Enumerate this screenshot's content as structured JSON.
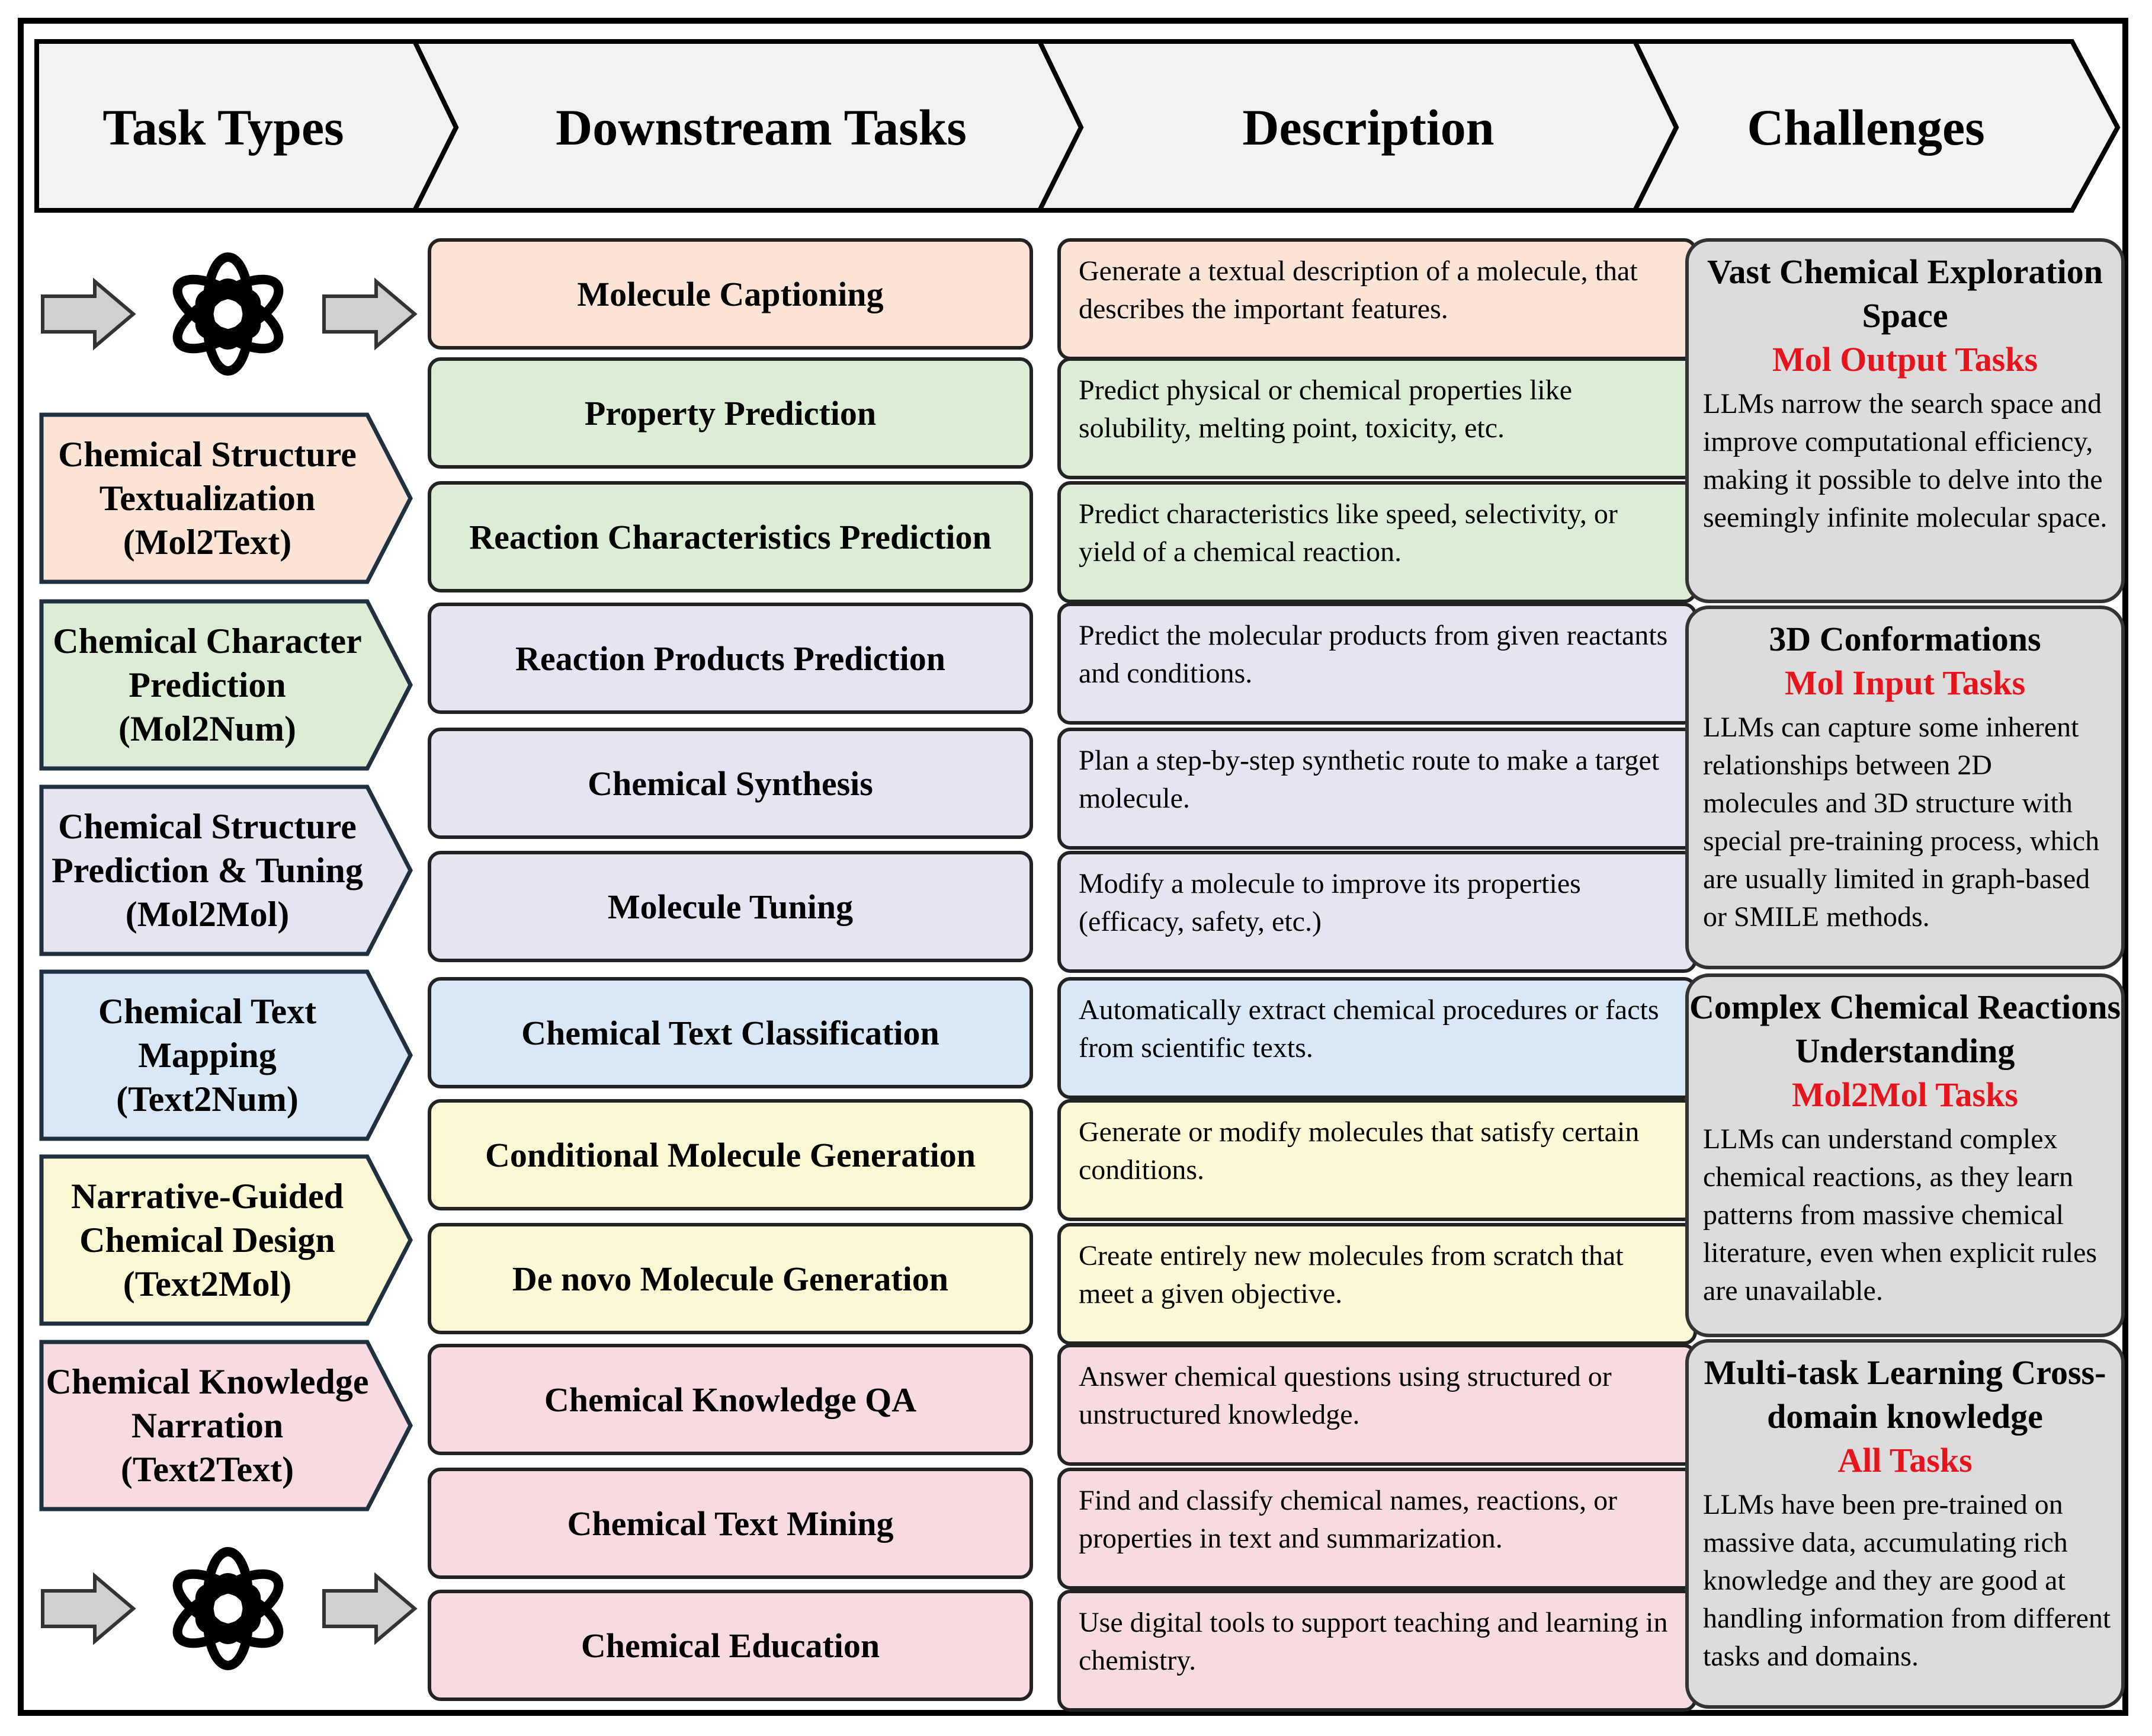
{
  "header": {
    "task_types": "Task Types",
    "downstream_tasks": "Downstream Tasks",
    "description": "Description",
    "challenges": "Challenges"
  },
  "icons": {
    "arrow": "right-arrow-icon",
    "logo": "openai-logo-icon"
  },
  "task_types": [
    {
      "lines": [
        "Chemical Structure",
        "Textualization",
        "(Mol2Text)"
      ],
      "color": "#fbe3d6"
    },
    {
      "lines": [
        "Chemical Character",
        "Prediction",
        "(Mol2Num)"
      ],
      "color": "#dbeed5"
    },
    {
      "lines": [
        "Chemical Structure",
        "Prediction & Tuning",
        "(Mol2Mol)"
      ],
      "color": "#e4e4f2"
    },
    {
      "lines": [
        "Chemical Text",
        "Mapping",
        "(Text2Num)"
      ],
      "color": "#d9e8f6"
    },
    {
      "lines": [
        "Narrative-Guided",
        "Chemical Design",
        "(Text2Mol)"
      ],
      "color": "#fdf8d4"
    },
    {
      "lines": [
        "Chemical Knowledge",
        "Narration",
        "(Text2Text)"
      ],
      "color": "#f8dbe0"
    }
  ],
  "tasks": [
    {
      "name": "Molecule Captioning",
      "desc": "Generate a textual description of a molecule, that describes the important features.",
      "color": "#fbe3d6"
    },
    {
      "name": "Property Prediction",
      "desc": "Predict physical or chemical properties like solubility, melting point, toxicity, etc.",
      "color": "#dbeed5"
    },
    {
      "name": "Reaction Characteristics Prediction",
      "desc": "Predict characteristics like speed, selectivity, or yield of a chemical reaction.",
      "color": "#dbeed5"
    },
    {
      "name": "Reaction Products Prediction",
      "desc": "Predict the molecular products from given reactants and conditions.",
      "color": "#e4e4f2"
    },
    {
      "name": "Chemical Synthesis",
      "desc": "Plan a step-by-step synthetic route to make a target molecule.",
      "color": "#e4e4f2"
    },
    {
      "name": "Molecule Tuning",
      "desc": "Modify a molecule to improve its properties (efficacy, safety, etc.)",
      "color": "#e4e4f2"
    },
    {
      "name": "Chemical Text Classification",
      "desc": "Automatically extract chemical procedures or facts from scientific texts.",
      "color": "#d9e8f6"
    },
    {
      "name": "Conditional Molecule Generation",
      "desc": "Generate or modify molecules that satisfy certain conditions.",
      "color": "#fdf8d4"
    },
    {
      "name": "De novo Molecule Generation",
      "desc": "Create entirely new molecules from scratch that meet a given objective.",
      "color": "#fdf8d4"
    },
    {
      "name": "Chemical Knowledge QA",
      "desc": "Answer chemical questions using structured or unstructured knowledge.",
      "color": "#f8dbe0"
    },
    {
      "name": "Chemical Text Mining",
      "desc": "Find and classify chemical names, reactions, or properties in text and summarization.",
      "color": "#f8dbe0"
    },
    {
      "name": "Chemical Education",
      "desc": "Use digital tools to support teaching and learning in chemistry.",
      "color": "#f8dbe0"
    }
  ],
  "challenges": [
    {
      "title": "Vast Chemical Exploration Space",
      "sub": "Mol Output Tasks",
      "text": "LLMs narrow the search space and improve computational efficiency, making it possible to delve into the seemingly infinite molecular space."
    },
    {
      "title": "3D Conformations",
      "sub": "Mol Input Tasks",
      "text": "LLMs can capture some inherent relationships between 2D molecules and 3D structure with special pre-training process, which are usually limited in graph-based or SMILE methods."
    },
    {
      "title": "Complex Chemical Reactions Understanding",
      "sub": "Mol2Mol Tasks",
      "text": "LLMs can understand complex chemical reactions, as they learn patterns from massive chemical literature, even when explicit rules are unavailable."
    },
    {
      "title": "Multi-task Learning Cross-domain knowledge",
      "sub": "All Tasks",
      "text": "LLMs have been pre-trained on massive data, accumulating rich knowledge and they are good at handling information from different tasks and domains."
    }
  ]
}
